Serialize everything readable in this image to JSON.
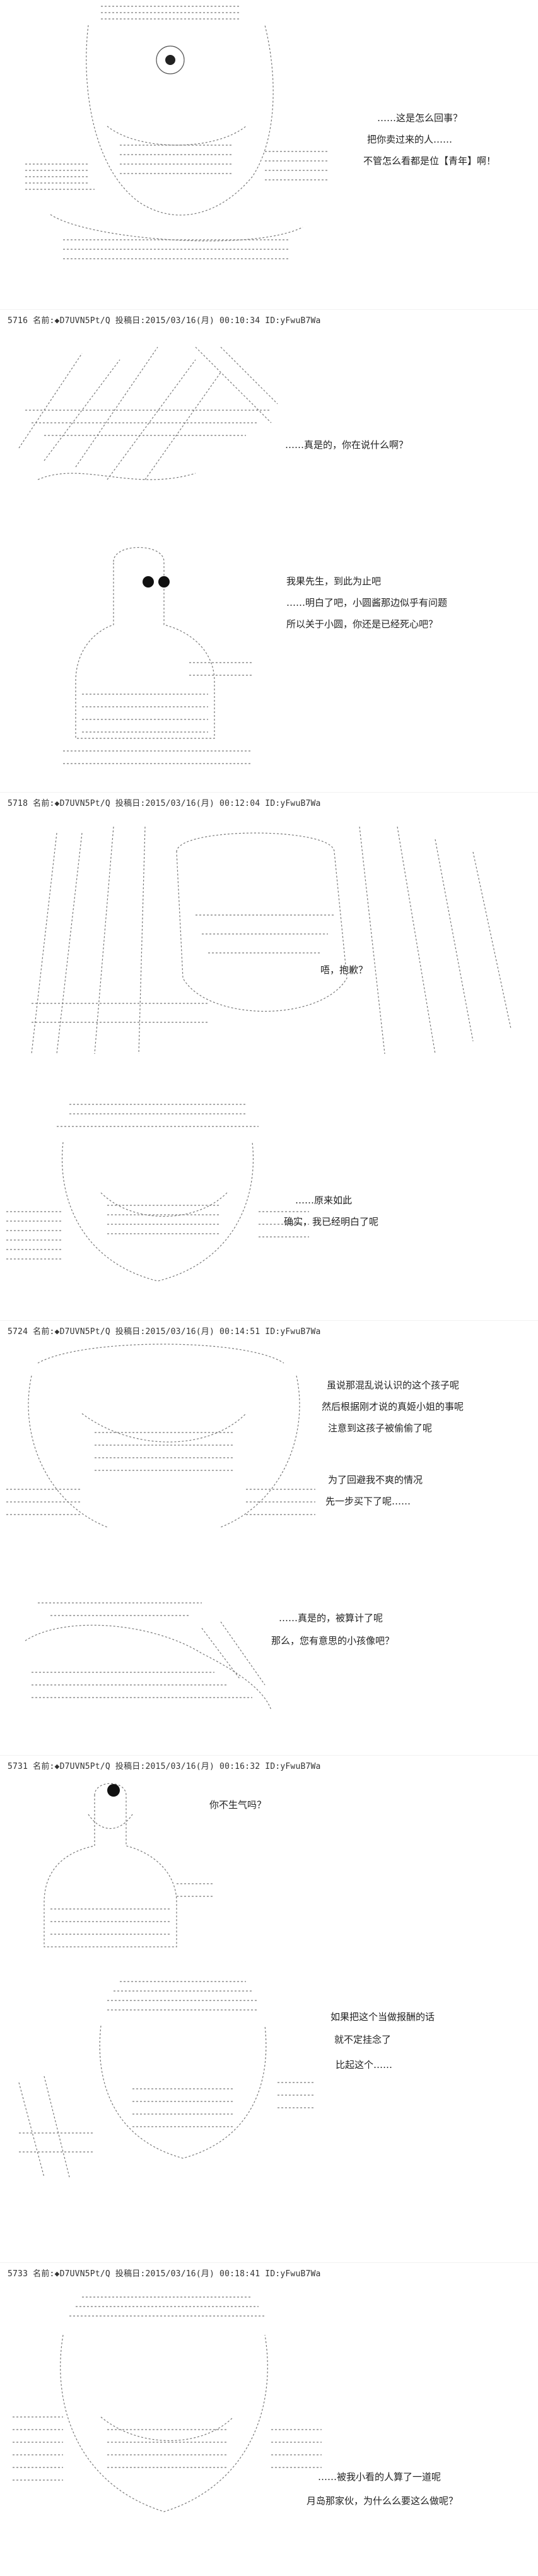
{
  "posts": [
    {
      "header": "5716 名前:◆D7UVN5Pt/Q 投稿日:2015/03/16(月) 00:10:34 ID:yFwuB7Wa"
    },
    {
      "header": "5718 名前:◆D7UVN5Pt/Q 投稿日:2015/03/16(月) 00:12:04 ID:yFwuB7Wa"
    },
    {
      "header": "5724 名前:◆D7UVN5Pt/Q 投稿日:2015/03/16(月) 00:14:51 ID:yFwuB7Wa"
    },
    {
      "header": "5731 名前:◆D7UVN5Pt/Q 投稿日:2015/03/16(月) 00:16:32 ID:yFwuB7Wa"
    },
    {
      "header": "5733 名前:◆D7UVN5Pt/Q 投稿日:2015/03/16(月) 00:18:41 ID:yFwuB7Wa"
    }
  ],
  "dialog": {
    "p1": [
      "……这是怎么回事？",
      "把你卖过来的人……",
      "不管怎么看都是位【青年】啊！"
    ],
    "p2": [
      "……真是的，你在说什么啊？"
    ],
    "p3": [
      "我果先生，到此为止吧",
      "……明白了吧，小圆酱那边似乎有问题",
      "所以关于小圆，你还是已经死心吧？"
    ],
    "p4": [
      "唔，抱歉？"
    ],
    "p5": [
      "……原来如此",
      "确实，我已经明白了呢"
    ],
    "p6": [
      "虽说那混乱说认识的这个孩子呢",
      "然后根据刚才说的真姬小姐的事呢",
      "注意到这孩子被偷偷了呢"
    ],
    "p7": [
      "为了回避我不爽的情况",
      "先一步买下了呢……"
    ],
    "p8": [
      "……真是的，被算计了呢",
      "那么，您有意思的小孩像吧？"
    ],
    "p9": [
      "你不生气吗？"
    ],
    "p10": [
      "如果把这个当做报酬的话",
      "就不定挂念了",
      "比起这个……"
    ],
    "p11": [
      "……被我小看的人算了一道呢",
      "月岛那家伙，为什么么要这么做呢？"
    ]
  }
}
